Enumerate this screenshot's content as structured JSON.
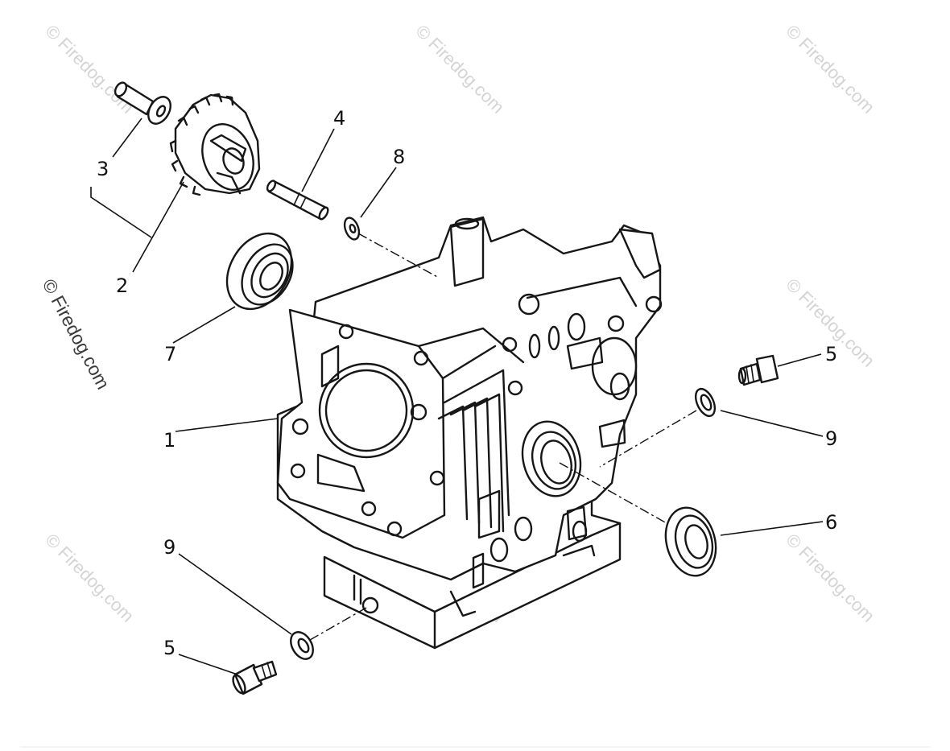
{
  "watermark": {
    "text": "© Firedog.com"
  },
  "callouts": {
    "engine_block": "1",
    "gear_top": "2",
    "pin_top": "3",
    "shaft": "4",
    "plug_right": "5",
    "plug_bottom": "5",
    "oil_seal": "6",
    "bearing": "7",
    "washer_top": "8",
    "washer_right": "9",
    "washer_bottom": "9"
  },
  "colors": {
    "ink": "#161616",
    "watermark": "#d4d4d4",
    "background": "#ffffff"
  }
}
